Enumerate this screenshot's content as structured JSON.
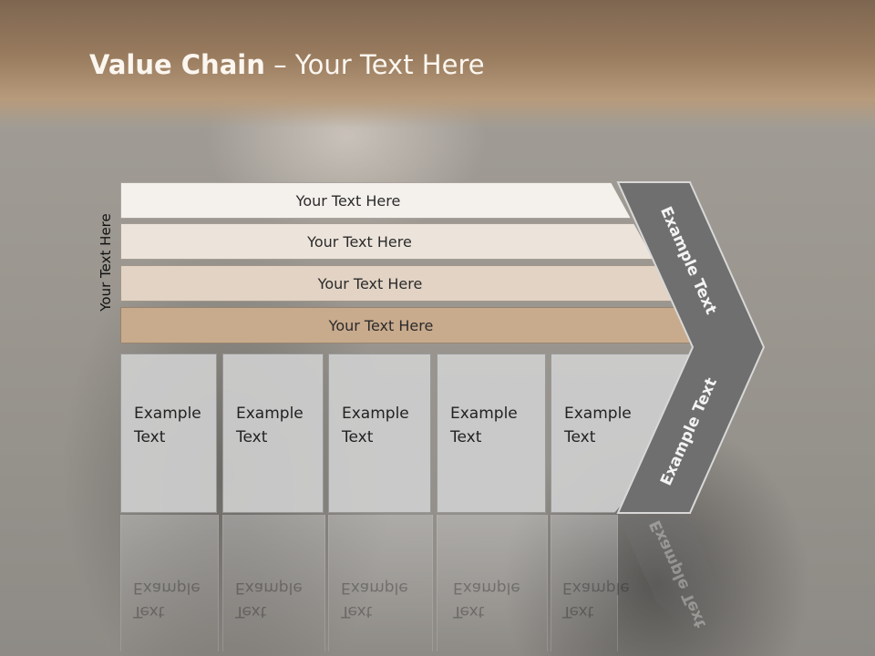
{
  "title": {
    "bold": "Value Chain",
    "rest": " – Your Text Here"
  },
  "side_label": "Your Text Here",
  "bars": [
    {
      "label": "Your Text Here"
    },
    {
      "label": "Your Text Here"
    },
    {
      "label": "Your Text Here"
    },
    {
      "label": "Your Text Here"
    }
  ],
  "boxes": [
    {
      "line1": "Example",
      "line2": "Text"
    },
    {
      "line1": "Example",
      "line2": "Text"
    },
    {
      "line1": "Example",
      "line2": "Text"
    },
    {
      "line1": "Example",
      "line2": "Text"
    },
    {
      "line1": "Example",
      "line2": "Text"
    }
  ],
  "arrow": {
    "upper": "Example Text",
    "lower": "Example Text"
  },
  "colors": {
    "header": "#9a7c5f",
    "arrow": "#6f6f6f",
    "bar_dark": "#c8aa8c"
  }
}
